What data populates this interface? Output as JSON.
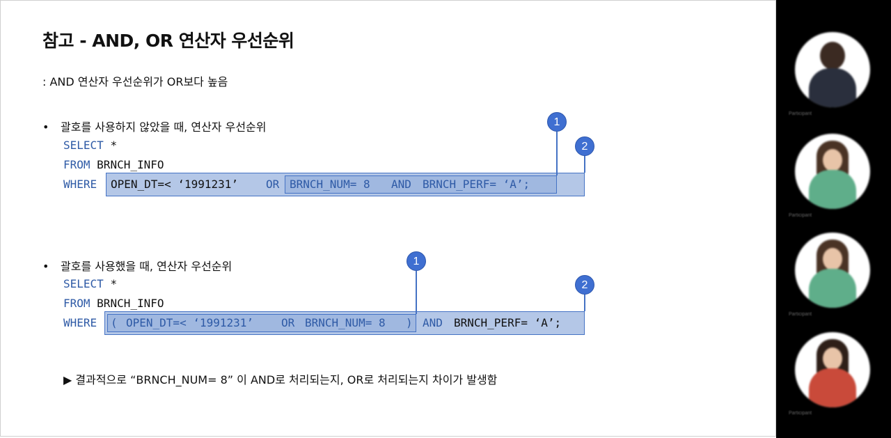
{
  "slide": {
    "title": "참고  - AND, OR 연산자 우선순위",
    "subtitle": ": AND 연산자 우선순위가 OR보다 높음",
    "bullet_symbol": "•",
    "example1": {
      "heading": "괄호를 사용하지 않았을 때, 연산자 우선순위",
      "select_kw": "SELECT",
      "select_val": "*",
      "from_kw": "FROM",
      "from_val": "BRNCH_INFO",
      "where_kw": "WHERE",
      "cond_a": "OPEN_DT=< ‘1991231’",
      "or_kw": "OR",
      "cond_b": "BRNCH_NUM= 8",
      "and_kw": "AND",
      "cond_c": "BRNCH_PERF= ‘A’;",
      "marker1": "1",
      "marker2": "2"
    },
    "example2": {
      "heading": "괄호를 사용했을 때, 연산자 우선순위",
      "select_kw": "SELECT",
      "select_val": "*",
      "from_kw": "FROM",
      "from_val": "BRNCH_INFO",
      "where_kw": "WHERE",
      "paren_open": "(",
      "cond_a": "OPEN_DT=< ‘1991231’",
      "or_kw": "OR",
      "cond_b": "BRNCH_NUM= 8",
      "paren_close": ")",
      "and_kw": "AND",
      "cond_c": "BRNCH_PERF= ‘A’;",
      "marker1": "1",
      "marker2": "2"
    },
    "conclusion": "▶ 결과적으로 “BRNCH_NUM= 8” 이 AND로 처리되는지, OR로 처리되는지 차이가 발생함"
  },
  "participants": [
    {
      "name": "Participant",
      "icon": "avatar-icon"
    },
    {
      "name": "Participant",
      "icon": "avatar-icon"
    },
    {
      "name": "Participant",
      "icon": "avatar-icon"
    },
    {
      "name": "Participant",
      "icon": "avatar-icon"
    }
  ],
  "colors": {
    "keyword": "#2e5aa6",
    "highlight_outer": "#b4c7e7",
    "highlight_inner": "#a0b8e0",
    "marker": "#3f6fd1",
    "panel_bg": "#000000"
  }
}
